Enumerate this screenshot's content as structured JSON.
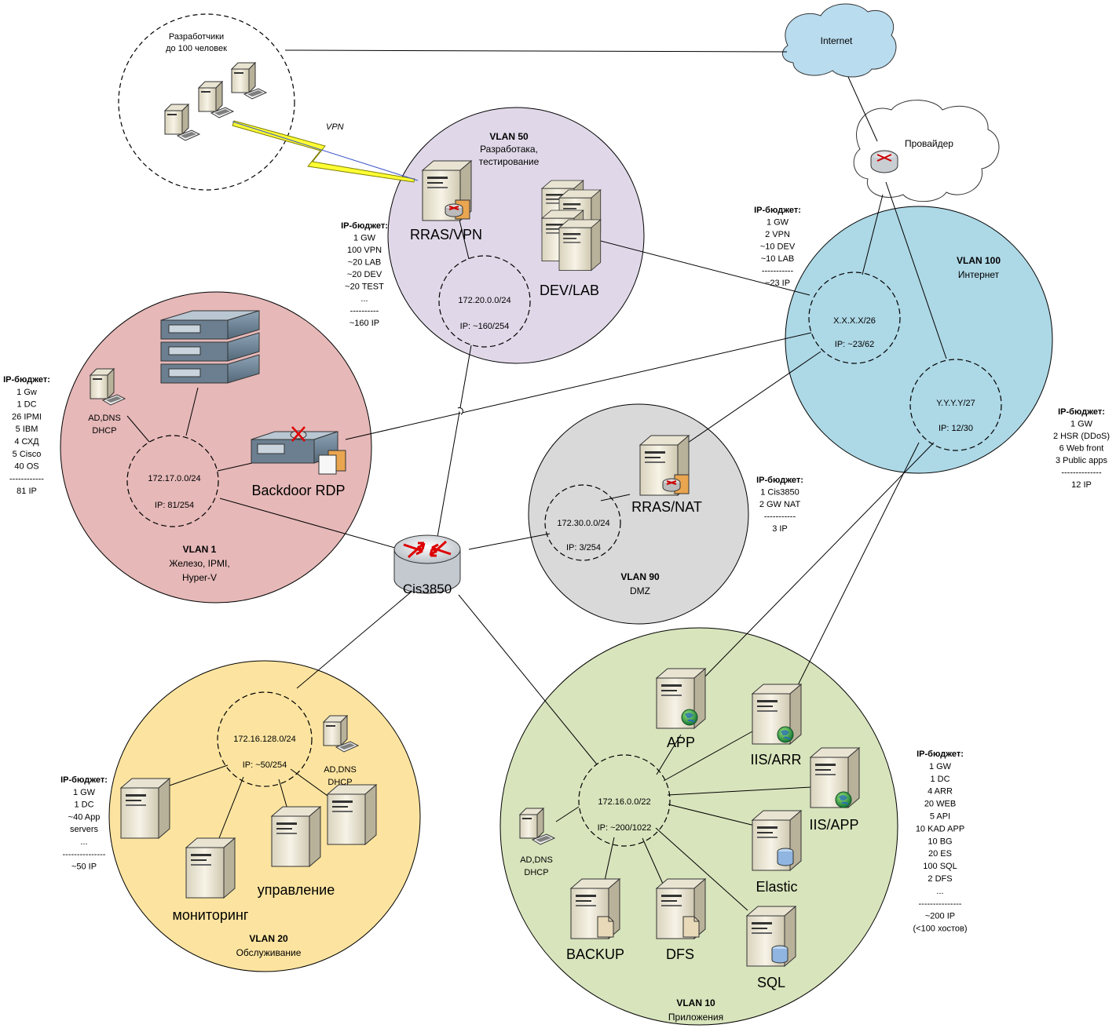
{
  "developers": {
    "line1": "Разработчики",
    "line2": "до 100 человек"
  },
  "vpn_label": "VPN",
  "internet": {
    "label": "Internet"
  },
  "provider": {
    "label": "Провайдер"
  },
  "router": {
    "label": "Cis3850"
  },
  "vlan50": {
    "title": "VLAN 50",
    "desc1": "Разработака,",
    "desc2": "тестирование",
    "subnet": "172.20.0.0/24",
    "ip": "IP: ~160/254",
    "rras": "RRAS/VPN",
    "devlab": "DEV/LAB",
    "budget": [
      "IP-бюджет:",
      "1 GW",
      "100 VPN",
      "~20 LAB",
      "~20 DEV",
      "~20 TEST",
      "...",
      "----------",
      "~160 IP"
    ]
  },
  "vlan100": {
    "title": "VLAN 100",
    "desc1": "Интернет",
    "subnet1": "X.X.X.X/26",
    "ip1": "IP: ~23/62",
    "subnet2": "Y.Y.Y.Y/27",
    "ip2": "IP: 12/30",
    "budget_left": [
      "IP-бюджет:",
      "1 GW",
      "2 VPN",
      "~10 DEV",
      "~10 LAB",
      "-----------",
      "~23 IP"
    ],
    "budget_right": [
      "IP-бюджет:",
      "1 GW",
      "2 HSR (DDoS)",
      "6 Web front",
      "3 Public apps",
      "--------------",
      "12 IP"
    ]
  },
  "vlan1": {
    "title": "VLAN 1",
    "desc1": "Железо, IPMI,",
    "desc2": "Hyper-V",
    "subnet": "172.17.0.0/24",
    "ip": "IP: 81/254",
    "ad1": "AD,DNS",
    "ad2": "DHCP",
    "backdoor": "Backdoor RDP",
    "budget": [
      "IP-бюджет:",
      "1 Gw",
      "1 DC",
      "26 IPMI",
      "5 IBM",
      "4 СХД",
      "5 Cisco",
      "40 OS",
      "------------",
      "81 IP"
    ]
  },
  "vlan90": {
    "title": "VLAN 90",
    "desc1": "DMZ",
    "subnet": "172.30.0.0/24",
    "ip": "IP: 3/254",
    "rras": "RRAS/NAT",
    "budget": [
      "IP-бюджет:",
      "1 Cis3850",
      "2 GW NAT",
      "-----------",
      "3 IP"
    ]
  },
  "vlan20": {
    "title": "VLAN 20",
    "desc1": "Обслуживание",
    "subnet": "172.16.128.0/24",
    "ip": "IP: ~50/254",
    "ad1": "AD,DNS",
    "ad2": "DHCP",
    "monitoring": "мониторинг",
    "management": "управление",
    "budget": [
      "IP-бюджет:",
      "1 GW",
      "1 DC",
      "~40 App",
      "servers",
      "...",
      "---------------",
      "~50 IP"
    ]
  },
  "vlan10": {
    "title": "VLAN 10",
    "desc1": "Приложения",
    "subnet": "172.16.0.0/22",
    "ip": "IP: ~200/1022",
    "ad1": "AD,DNS",
    "ad2": "DHCP",
    "app": "APP",
    "iisarr": "IIS/ARR",
    "iisapp": "IIS/APP",
    "elastic": "Elastic",
    "sql": "SQL",
    "dfs": "DFS",
    "backup": "BACKUP",
    "budget": [
      "IP-бюджет:",
      "1 GW",
      "1 DC",
      "4 ARR",
      "20 WEB",
      "5 API",
      "10 KAD APP",
      "10 BG",
      "20 ES",
      "100 SQL",
      "2 DFS",
      "...",
      "---------------",
      "~200 IP",
      "(<100 хостов)"
    ]
  },
  "colors": {
    "vlan50": "#e0d8e8",
    "vlan100": "#add8e6",
    "vlan1": "#e6b8b8",
    "vlan90": "#d9d9d9",
    "vlan20": "#fce4a0",
    "vlan10": "#d8e4bc",
    "server": "#f2eedf",
    "vpn_bolt": "#ffff33"
  }
}
